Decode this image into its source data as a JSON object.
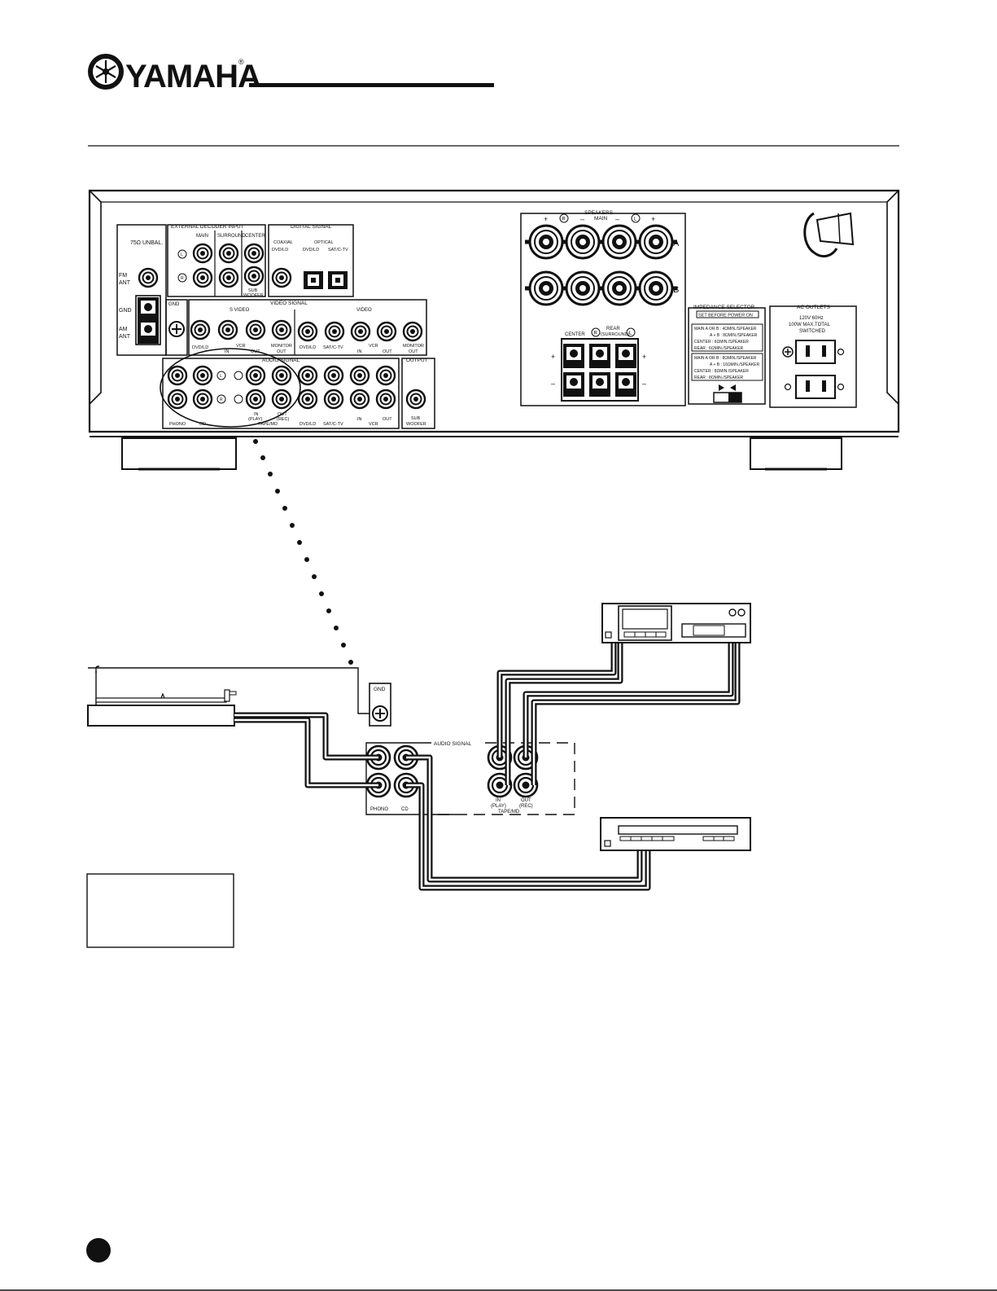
{
  "header": {
    "brand": "YAMAHA",
    "registered_mark": "®",
    "logo_icon": "tuning-forks-emblem-icon"
  },
  "receiver": {
    "antenna": {
      "unbal_label": "75Ω UNBAL.",
      "fm_label_1": "FM",
      "fm_label_2": "ANT",
      "gnd_label": "GND",
      "am_label_1": "AM",
      "am_label_2": "ANT"
    },
    "ext_decoder": {
      "title": "EXTERNAL DECODER INPUT",
      "main": "MAIN",
      "surround": "SURROUND",
      "center": "CENTER",
      "subwoofer_1": "SUB",
      "subwoofer_2": "WOOFER",
      "left_mark": "L",
      "right_mark": "R"
    },
    "digital_signal": {
      "title": "DIGITAL SIGNAL",
      "coaxial_1": "COAXIAL",
      "coaxial_2": "DVD/LD",
      "optical": "OPTICAL",
      "opt_dvd": "DVD/LD",
      "opt_sat": "SAT/C-TV"
    },
    "video_signal": {
      "gnd": "GND",
      "title": "VIDEO SIGNAL",
      "svideo": "S VIDEO",
      "video": "VIDEO",
      "dvd_ld": "DVD/LD",
      "sat_ctv": "SAT/C-TV",
      "in": "IN",
      "vcr": "VCR",
      "out": "OUT",
      "monitor_1": "MONITOR",
      "monitor_2": "OUT"
    },
    "audio_signal": {
      "title": "AUDIO SIGNAL",
      "phono": "PHONO",
      "cd": "CD",
      "in_play_1": "IN",
      "in_play_2": "(PLAY)",
      "out_rec_1": "OUT",
      "out_rec_2": "(REC)",
      "tape_md": "TAPE/MD",
      "dvd_ld": "DVD/LD",
      "sat_ctv": "SAT/C-TV",
      "in": "IN",
      "vcr": "VCR",
      "out": "OUT",
      "left_mark": "L",
      "right_mark": "R"
    },
    "output": {
      "title": "OUTPUT",
      "sub_1": "SUB",
      "sub_2": "WOOFER"
    },
    "speakers": {
      "title": "SPEAKERS",
      "main": "MAIN",
      "plus": "+",
      "minus": "–",
      "right_mark": "R",
      "left_mark": "L",
      "row_a": "A",
      "row_b": "B",
      "center": "CENTER",
      "rear_1": "REAR",
      "rear_2": "(SURROUND)"
    },
    "impedance": {
      "title": "IMPEDANCE SELECTOR",
      "note": "SET BEFORE POWER ON",
      "row1a": "MAIN A OR B : 4ΩMIN./SPEAKER",
      "row1b": "A + B : 8ΩMIN./SPEAKER",
      "row1c": "CENTER    : 6ΩMIN./SPEAKER",
      "row1d": "REAR        : 6ΩMIN./SPEAKER",
      "row2a": "MAIN A OR B : 8ΩMIN./SPEAKER",
      "row2b": "A + B : 16ΩMIN./SPEAKER",
      "row2c": "CENTER    : 8ΩMIN./SPEAKER",
      "row2d": "REAR        : 8ΩMIN./SPEAKER"
    },
    "ac_outlets": {
      "title": "AC OUTLETS",
      "line1": "120V 60Hz",
      "line2": "100W MAX.TOTAL",
      "line3": "SWITCHED"
    }
  },
  "connection": {
    "gnd": "GND",
    "audio_signal": "AUDIO SIGNAL",
    "phono": "PHONO",
    "cd": "CD",
    "in_1": "IN",
    "in_2": "(PLAY)",
    "out_1": "OUT",
    "out_2": "(REC)",
    "tape_md": "TAPE/MD"
  },
  "colors": {
    "ink": "#111111",
    "paper": "#ffffff",
    "panel_fill": "#fafafa"
  }
}
